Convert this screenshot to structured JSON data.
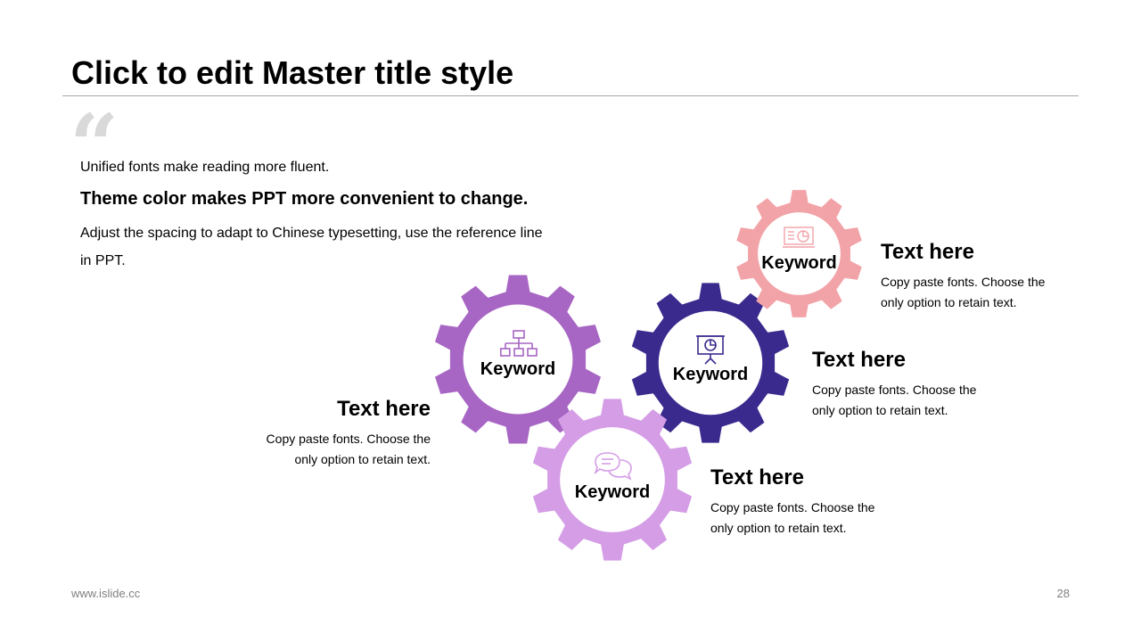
{
  "slide": {
    "title": "Click to edit Master title style",
    "quote_mark": "“",
    "intro": {
      "line1": "Unified fonts make reading more fluent.",
      "line2": "Theme color makes PPT more convenient to change.",
      "line3": "Adjust the spacing to adapt to Chinese typesetting, use the reference line in PPT."
    },
    "gears": [
      {
        "keyword": "Keyword",
        "icon": "org-chart-icon",
        "color": "#a766c4"
      },
      {
        "keyword": "Keyword",
        "icon": "presentation-board-icon",
        "color": "#3b2a8e"
      },
      {
        "keyword": "Keyword",
        "icon": "chat-bubbles-icon",
        "color": "#d49de6"
      },
      {
        "keyword": "Keyword",
        "icon": "report-screen-icon",
        "color": "#f2a3a8"
      }
    ],
    "blocks": [
      {
        "title": "Text here",
        "desc": "Copy paste fonts. Choose the only option to retain text."
      },
      {
        "title": "Text here",
        "desc": "Copy paste fonts. Choose the only option to retain text."
      },
      {
        "title": "Text here",
        "desc": "Copy paste fonts. Choose the only option to retain text."
      },
      {
        "title": "Text here",
        "desc": "Copy paste fonts. Choose the only option to retain text."
      }
    ],
    "footer": {
      "website": "www.islide.cc",
      "page_number": "28"
    }
  }
}
